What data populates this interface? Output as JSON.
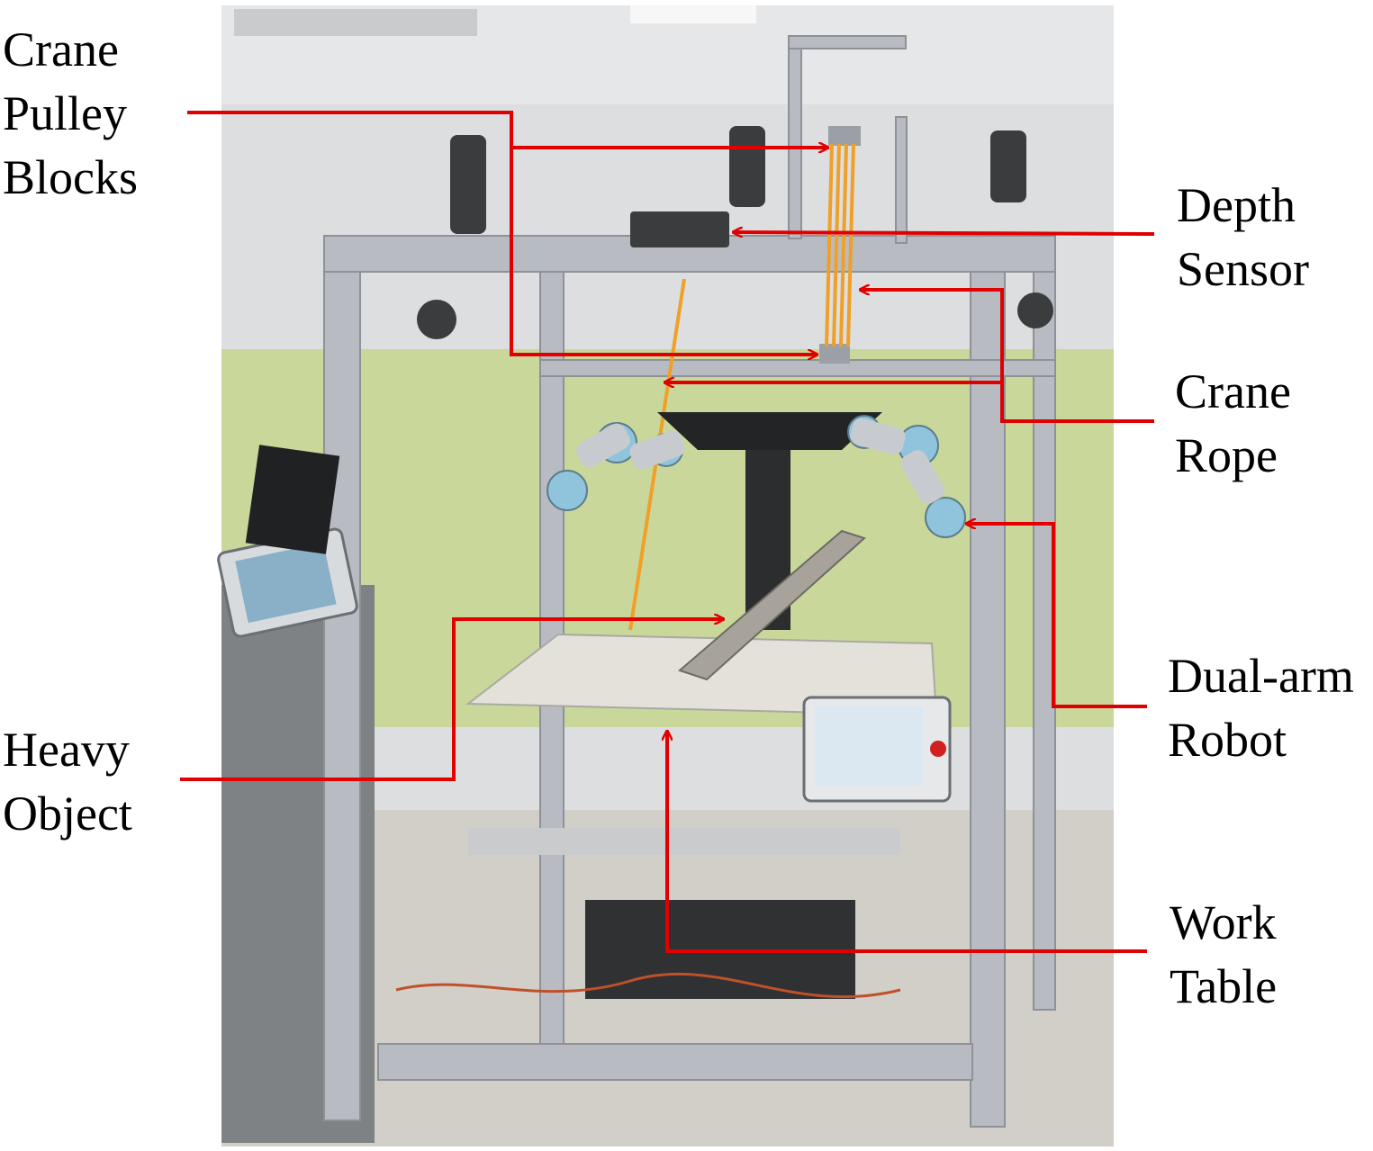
{
  "labels": {
    "crane_pulley_blocks": [
      "Crane",
      "Pulley",
      "Blocks"
    ],
    "depth_sensor": [
      "Depth",
      "Sensor"
    ],
    "crane_rope": [
      "Crane",
      "Rope"
    ],
    "dual_arm_robot": [
      "Dual-arm",
      "Robot"
    ],
    "heavy_object": [
      "Heavy",
      "Object"
    ],
    "work_table": [
      "Work",
      "Table"
    ]
  },
  "colors": {
    "annotation": "#e00000",
    "frame": "#b8bcc2",
    "wall_upper": "#d9dbdd",
    "wall_green": "#c9d79a",
    "floor": "#d6d3cd",
    "rope": "#f0a028",
    "robot_blue": "#8fc4dc",
    "table_top": "#e3e1da"
  }
}
